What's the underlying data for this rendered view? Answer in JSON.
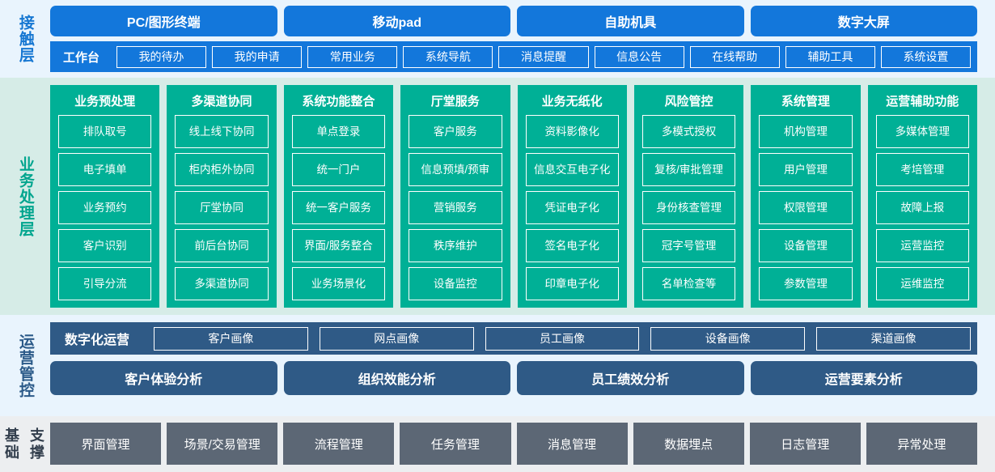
{
  "layers": {
    "contact": {
      "label": "接触层",
      "label_color": "#1677d2",
      "bg_color": "#e9f4fd",
      "accent_color": "#1377db",
      "channels": [
        "PC/图形终端",
        "移动pad",
        "自助机具",
        "数字大屏"
      ],
      "workbench_title": "工作台",
      "workbench_items": [
        "我的待办",
        "我的申请",
        "常用业务",
        "系统导航",
        "消息提醒",
        "信息公告",
        "在线帮助",
        "辅助工具",
        "系统设置"
      ]
    },
    "business": {
      "label": "业务处理层",
      "label_color": "#00a58e",
      "bg_color": "#d6ece7",
      "accent_color": "#00b096",
      "columns": [
        {
          "title": "业务预处理",
          "items": [
            "排队取号",
            "电子填单",
            "业务预约",
            "客户识别",
            "引导分流"
          ]
        },
        {
          "title": "多渠道协同",
          "items": [
            "线上线下协同",
            "柜内柜外协同",
            "厅堂协同",
            "前后台协同",
            "多渠道协同"
          ]
        },
        {
          "title": "系统功能整合",
          "items": [
            "单点登录",
            "统一门户",
            "统一客户服务",
            "界面/服务整合",
            "业务场景化"
          ]
        },
        {
          "title": "厅堂服务",
          "items": [
            "客户服务",
            "信息预填/预审",
            "营销服务",
            "秩序维护",
            "设备监控"
          ]
        },
        {
          "title": "业务无纸化",
          "items": [
            "资料影像化",
            "信息交互电子化",
            "凭证电子化",
            "签名电子化",
            "印章电子化"
          ]
        },
        {
          "title": "风险管控",
          "items": [
            "多模式授权",
            "复核/审批管理",
            "身份核查管理",
            "冠字号管理",
            "名单检查等"
          ]
        },
        {
          "title": "系统管理",
          "items": [
            "机构管理",
            "用户管理",
            "权限管理",
            "设备管理",
            "参数管理"
          ]
        },
        {
          "title": "运营辅助功能",
          "items": [
            "多媒体管理",
            "考培管理",
            "故障上报",
            "运营监控",
            "运维监控"
          ]
        }
      ]
    },
    "operations": {
      "label": "运营管控",
      "label_color": "#2b5a89",
      "bg_color": "#e9f4fd",
      "accent_color": "#2f5a86",
      "digital_ops_title": "数字化运营",
      "portraits": [
        "客户画像",
        "网点画像",
        "员工画像",
        "设备画像",
        "渠道画像"
      ],
      "analyses": [
        "客户体验分析",
        "组织效能分析",
        "员工绩效分析",
        "运营要素分析"
      ]
    },
    "base": {
      "label": "基础支撑",
      "label_line_1": "基础",
      "label_line_2": "支撑",
      "label_color": "#333f4d",
      "bg_color": "#eceef0",
      "accent_color": "#5c6775",
      "items": [
        "界面管理",
        "场景/交易管理",
        "流程管理",
        "任务管理",
        "消息管理",
        "数据埋点",
        "日志管理",
        "异常处理"
      ]
    }
  }
}
